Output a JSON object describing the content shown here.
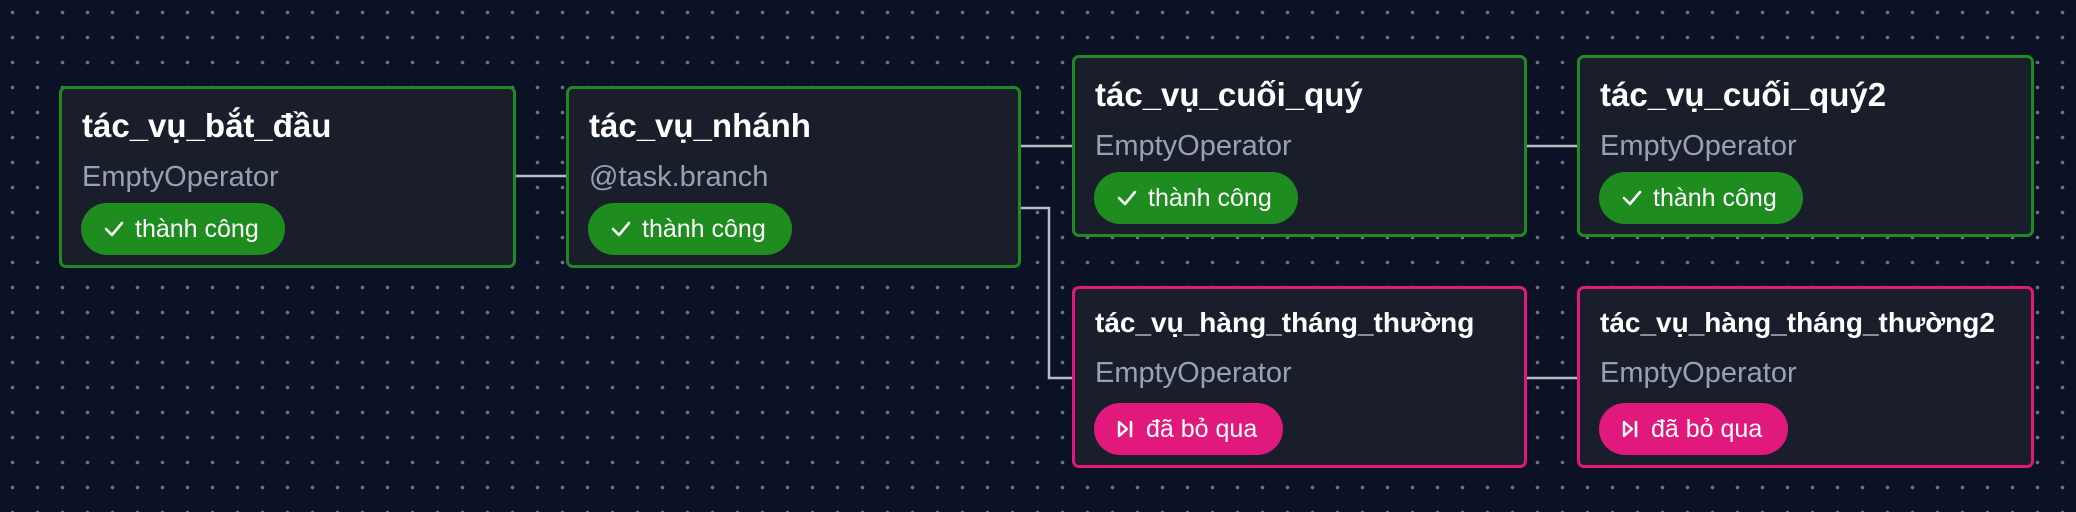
{
  "nodes": {
    "start": {
      "title": "tác_vụ_bắt_đầu",
      "operator": "EmptyOperator",
      "status": "thành công",
      "state": "success",
      "icon": "check-icon"
    },
    "branch": {
      "title": "tác_vụ_nhánh",
      "operator": "@task.branch",
      "status": "thành công",
      "state": "success",
      "icon": "check-icon"
    },
    "quarter_end": {
      "title": "tác_vụ_cuối_quý",
      "operator": "EmptyOperator",
      "status": "thành công",
      "state": "success",
      "icon": "check-icon"
    },
    "quarter_end2": {
      "title": "tác_vụ_cuối_quý2",
      "operator": "EmptyOperator",
      "status": "thành công",
      "state": "success",
      "icon": "check-icon"
    },
    "monthly": {
      "title": "tác_vụ_hàng_tháng_thường",
      "operator": "EmptyOperator",
      "status": "đã bỏ qua",
      "state": "skipped",
      "icon": "skip-icon"
    },
    "monthly2": {
      "title": "tác_vụ_hàng_tháng_thường2",
      "operator": "EmptyOperator",
      "status": "đã bỏ qua",
      "state": "skipped",
      "icon": "skip-icon"
    }
  },
  "edges": [
    [
      "start",
      "branch"
    ],
    [
      "branch",
      "quarter_end"
    ],
    [
      "branch",
      "monthly"
    ],
    [
      "quarter_end",
      "quarter_end2"
    ],
    [
      "monthly",
      "monthly2"
    ]
  ],
  "colors": {
    "background": "#0c1226",
    "node_fill": "#1a1e2b",
    "success": "#1f8a24",
    "skipped": "#e0197d",
    "edge": "#b8bcc4"
  }
}
